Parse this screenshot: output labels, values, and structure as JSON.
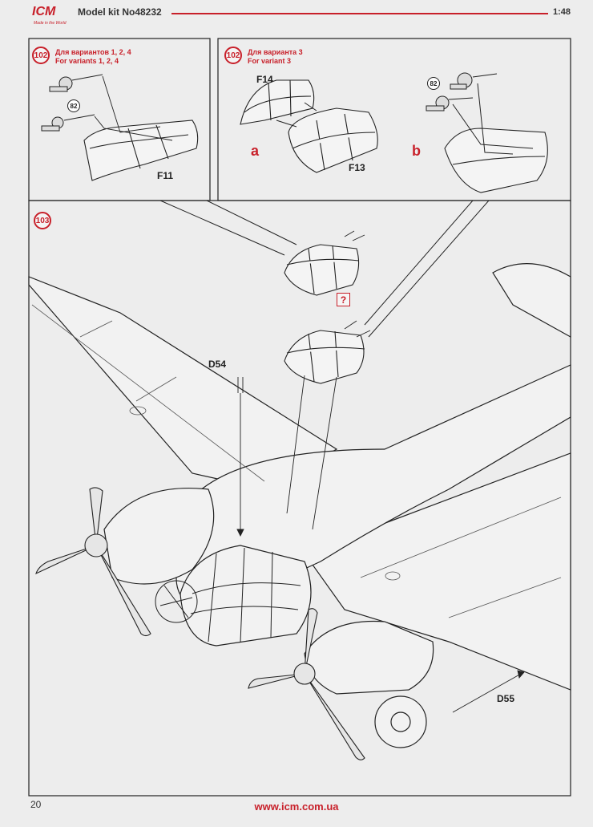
{
  "header": {
    "brand": "ICM",
    "tagline": "Made in the World",
    "model_kit": "Model kit No48232",
    "scale": "1:48"
  },
  "steps": {
    "step102a": {
      "number": "102",
      "label_ru": "Для вариантов 1, 2, 4",
      "label_en": "For variants 1, 2, 4",
      "parts": [
        "82",
        "F11"
      ]
    },
    "step102b": {
      "number": "102",
      "label_ru": "Для варианта 3",
      "label_en": "For variant 3",
      "parts": [
        "F14",
        "F13",
        "82"
      ],
      "option_a": "a",
      "option_b": "b"
    },
    "step103": {
      "number": "103",
      "parts": [
        "D54",
        "D55"
      ],
      "choice_mark": "?"
    }
  },
  "footer": {
    "page": "20",
    "url": "www.icm.com.ua"
  },
  "colors": {
    "accent": "#c8202a",
    "line": "#222222",
    "paper": "#ededed"
  }
}
